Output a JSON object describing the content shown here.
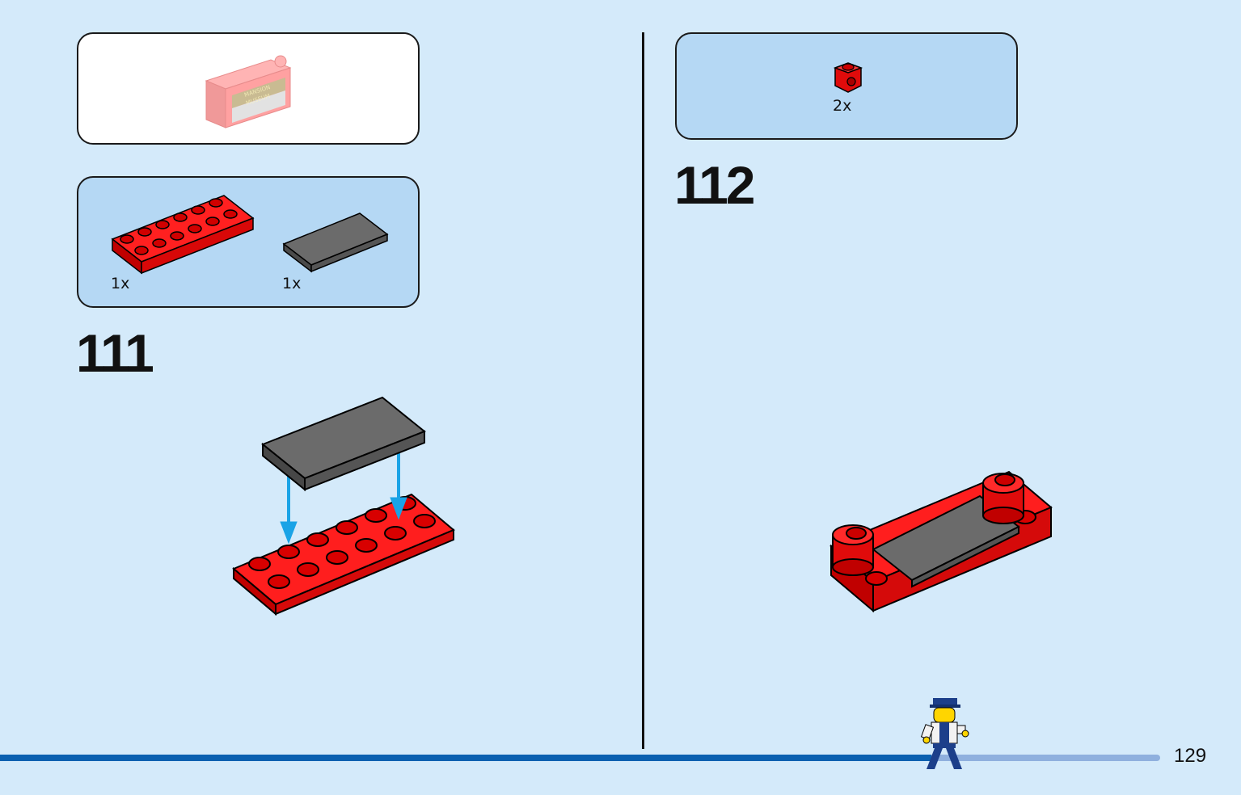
{
  "page": {
    "number": "129"
  },
  "left": {
    "preview_panel": {
      "name": "previous-assembly-preview",
      "sign_lines": [
        "MANSION",
        "MUSEUM"
      ]
    },
    "parts_panel": {
      "items": [
        {
          "quantity": "1x",
          "icon": "red-plate-2x6-icon"
        },
        {
          "quantity": "1x",
          "icon": "dark-gray-tile-2x4-icon"
        }
      ]
    },
    "step": {
      "number": "111"
    }
  },
  "right": {
    "parts_panel": {
      "items": [
        {
          "quantity": "2x",
          "icon": "red-round-brick-1x1-icon"
        }
      ]
    },
    "step": {
      "number": "112"
    }
  },
  "colors": {
    "background": "#d4eafa",
    "panel_blue": "#b5d8f4",
    "brick_red": "#e00b0b",
    "tile_gray": "#6b6b6b",
    "arrow_blue": "#1aa3e6",
    "progress_done": "#0a60b0",
    "progress_remaining": "#8fb0de"
  },
  "progress": {
    "fraction_complete": 0.75,
    "mascot": "police-officer-minifigure-icon"
  }
}
